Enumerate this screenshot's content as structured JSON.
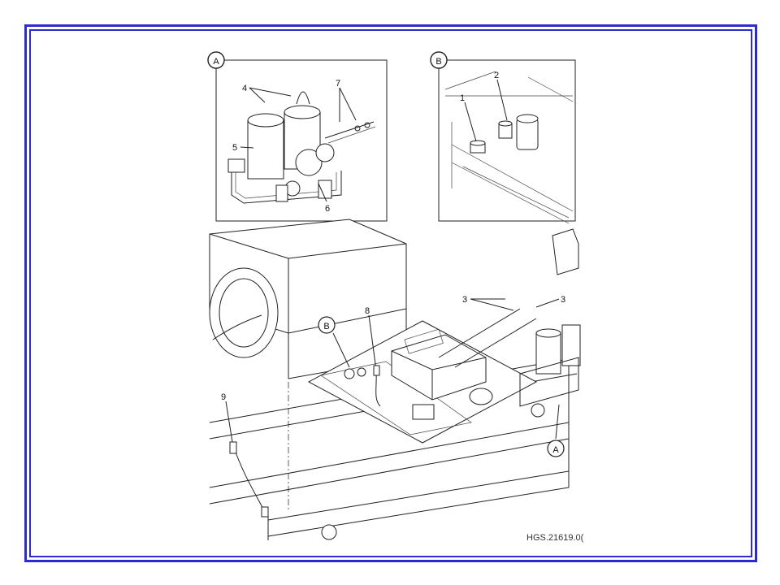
{
  "figure": {
    "reference": "HGS.21619.0(",
    "detail_labels": [
      "A",
      "B"
    ],
    "callouts": [
      "1",
      "2",
      "3",
      "4",
      "5",
      "6",
      "7",
      "8",
      "9"
    ]
  }
}
